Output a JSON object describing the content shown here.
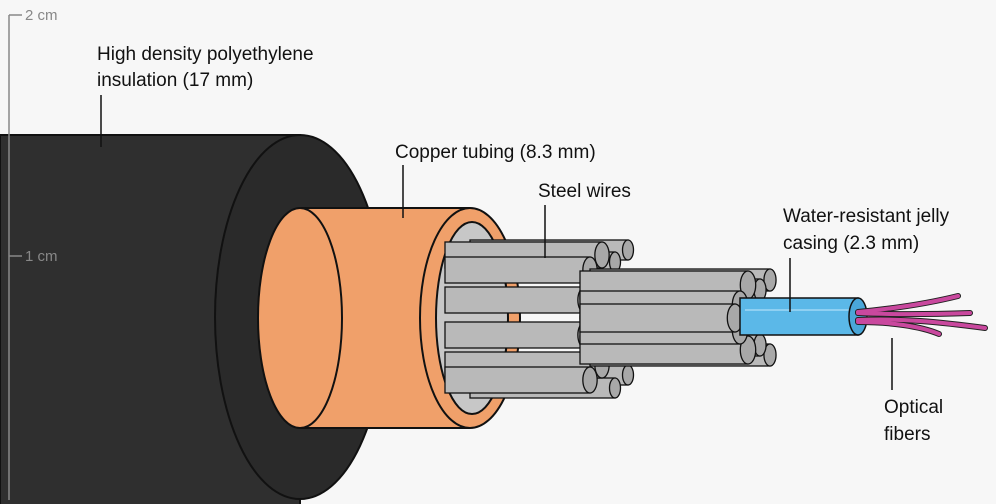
{
  "scale": {
    "top_label": "2 cm",
    "mid_label": "1 cm"
  },
  "labels": {
    "insulation": [
      "High density polyethylene",
      "insulation (17 mm)"
    ],
    "copper": "Copper tubing (8.3 mm)",
    "steel": "Steel wires",
    "jelly": [
      "Water-resistant jelly",
      "casing (2.3 mm)"
    ],
    "fibers": [
      "Optical",
      "fibers"
    ]
  },
  "colors": {
    "insulation": "#2f2f2f",
    "copper": "#f0a06a",
    "steel": "#b9b9b9",
    "jelly": "#5bb8e8",
    "fibers": "#c9489e"
  }
}
